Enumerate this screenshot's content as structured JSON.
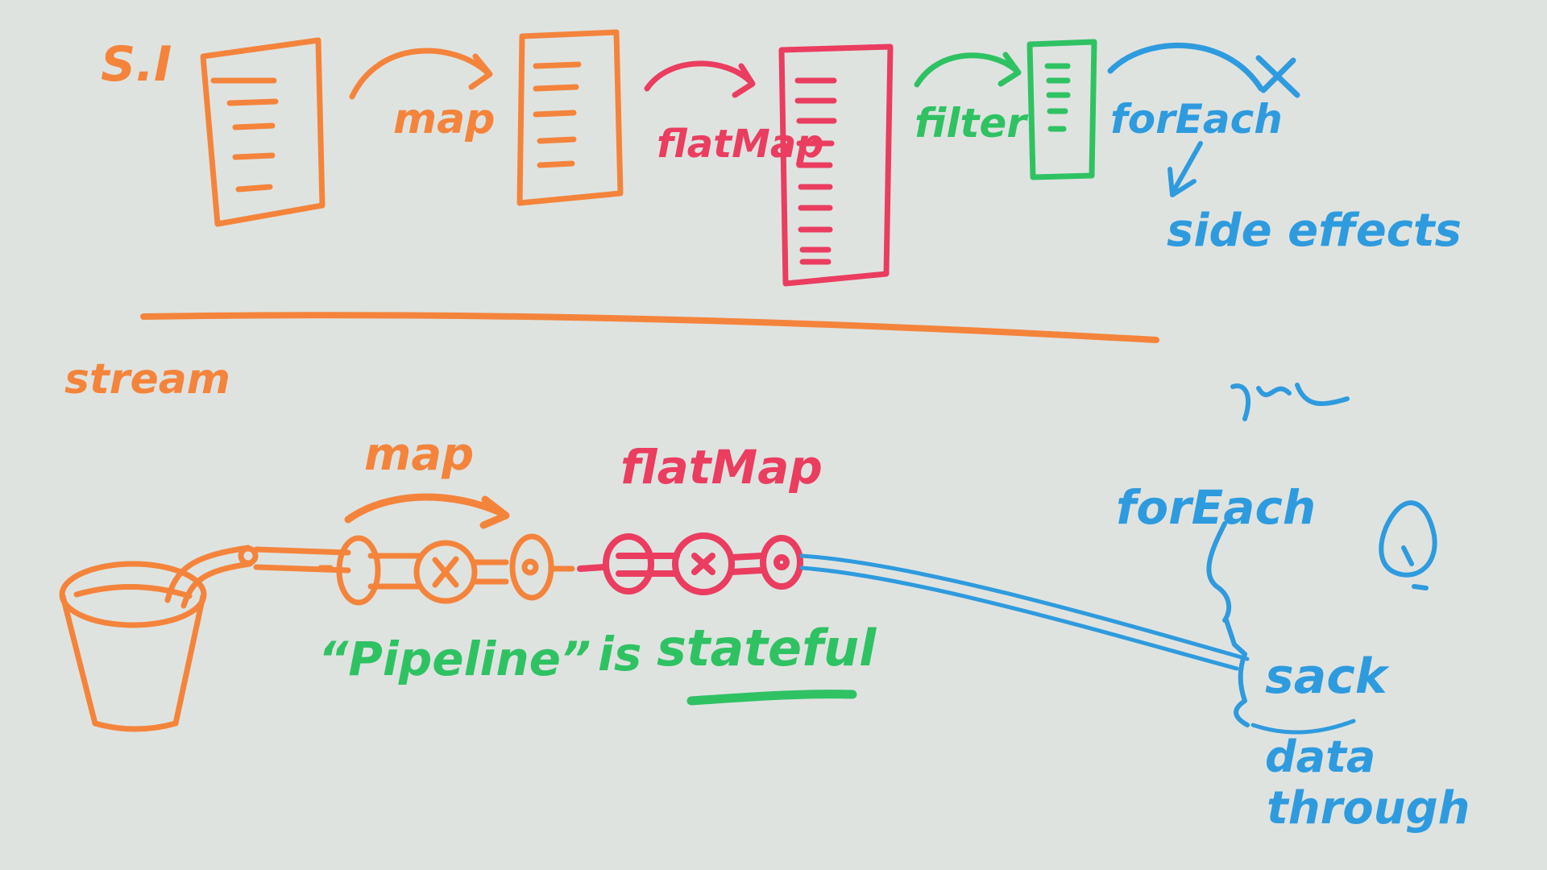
{
  "colors": {
    "board": "#dfe3e0",
    "orange": "#f4843b",
    "red": "#ea3d5f",
    "green": "#2fc263",
    "blue": "#2e9bde"
  },
  "top": {
    "label": "S.I",
    "map": "map",
    "flatmap": "flatMap",
    "filter": "filter",
    "foreach": "forEach",
    "side_effects": "side effects"
  },
  "bottom": {
    "label": "stream",
    "map": "map",
    "flatmap": "flatMap",
    "pipeline_quote": "“Pipeline”",
    "is": "is",
    "stateful": "stateful",
    "foreach": "forEach",
    "sack": "sack",
    "data_through": [
      "data",
      "through"
    ]
  }
}
